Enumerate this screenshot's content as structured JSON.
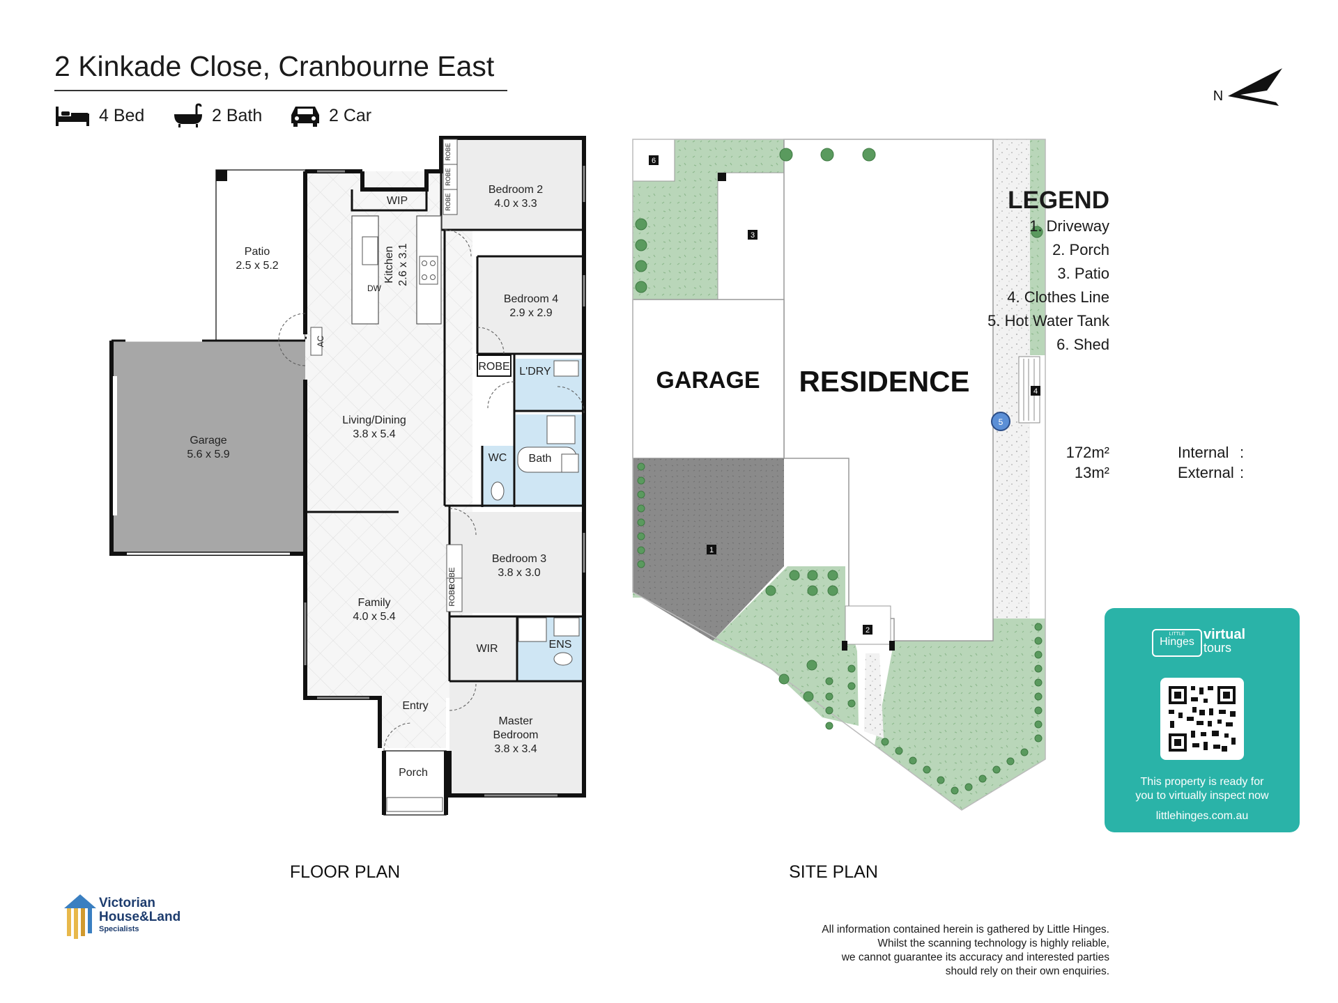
{
  "title": "2 Kinkade Close, Cranbourne East",
  "specs": {
    "bed": "4 Bed",
    "bath": "2 Bath",
    "car": "2 Car"
  },
  "icons": {
    "bed": "bed-icon",
    "bath": "bathtub-icon",
    "car": "car-icon",
    "north": "north-arrow-icon"
  },
  "north_label": "N",
  "floor_plan": {
    "caption": "FLOOR PLAN",
    "rooms": {
      "patio": {
        "name": "Patio",
        "dims": "2.5 x 5.2"
      },
      "garage": {
        "name": "Garage",
        "dims": "5.6 x 5.9"
      },
      "wip": {
        "name": "WIP"
      },
      "kitchen": {
        "name": "Kitchen",
        "dims": "2.6 x 3.1"
      },
      "dw": {
        "name": "DW"
      },
      "ac": {
        "name": "AC"
      },
      "living": {
        "name": "Living/Dining",
        "dims": "3.8 x 5.4"
      },
      "bedroom2": {
        "name": "Bedroom 2",
        "dims": "4.0 x 3.3"
      },
      "bedroom4": {
        "name": "Bedroom 4",
        "dims": "2.9 x 2.9"
      },
      "robe_b4": {
        "name": "ROBE"
      },
      "laundry": {
        "name": "L'DRY"
      },
      "wc": {
        "name": "WC"
      },
      "bath": {
        "name": "Bath"
      },
      "bedroom3": {
        "name": "Bedroom 3",
        "dims": "3.8 x 3.0"
      },
      "family": {
        "name": "Family",
        "dims": "4.0 x 5.4"
      },
      "wir": {
        "name": "WIR"
      },
      "ens": {
        "name": "ENS"
      },
      "entry": {
        "name": "Entry"
      },
      "master_line1": "Master",
      "master_line2": "Bedroom",
      "master_dims": "3.8 x 3.4",
      "porch": {
        "name": "Porch"
      },
      "robe_vertical": "ROBE"
    }
  },
  "site_plan": {
    "caption": "SITE PLAN",
    "garage_label": "GARAGE",
    "residence_label": "RESIDENCE",
    "markers": [
      "1",
      "2",
      "3",
      "4",
      "5",
      "6"
    ]
  },
  "legend": {
    "title": "LEGEND",
    "items": [
      "1. Driveway",
      "2. Porch",
      "3. Patio",
      "4. Clothes Line",
      "5. Hot Water Tank",
      "6. Shed"
    ]
  },
  "areas": {
    "internal_label": "Internal",
    "internal_sep": ":",
    "internal_value": "172m²",
    "external_label": "External",
    "external_sep": ":",
    "external_value": "13m²"
  },
  "virtual_tours": {
    "brand_small": "LITTLE",
    "brand": "Hinges",
    "word1": "virtual",
    "word2": "tours",
    "line1": "This property is ready for",
    "line2": "you to virtually inspect now",
    "url": "littlehinges.com.au",
    "qr_icon": "qr-code-icon"
  },
  "agency_logo": {
    "line1": "Victorian",
    "line2": "House&Land",
    "line3": "Specialists"
  },
  "disclaimer": [
    "All information contained herein is gathered by Little Hinges.",
    "Whilst the scanning technology is highly reliable,",
    "we cannot guarantee its accuracy and interested parties",
    "should rely on their own enquiries."
  ],
  "colors": {
    "garage_fill": "#a7a7a7",
    "room_fill": "#ededed",
    "wet_area": "#cfe6f4",
    "lawn": "#b9d6b9",
    "shrub": "#5a9a5e",
    "driveway": "#8a8a8a",
    "accent_teal": "#2ab3a8"
  }
}
